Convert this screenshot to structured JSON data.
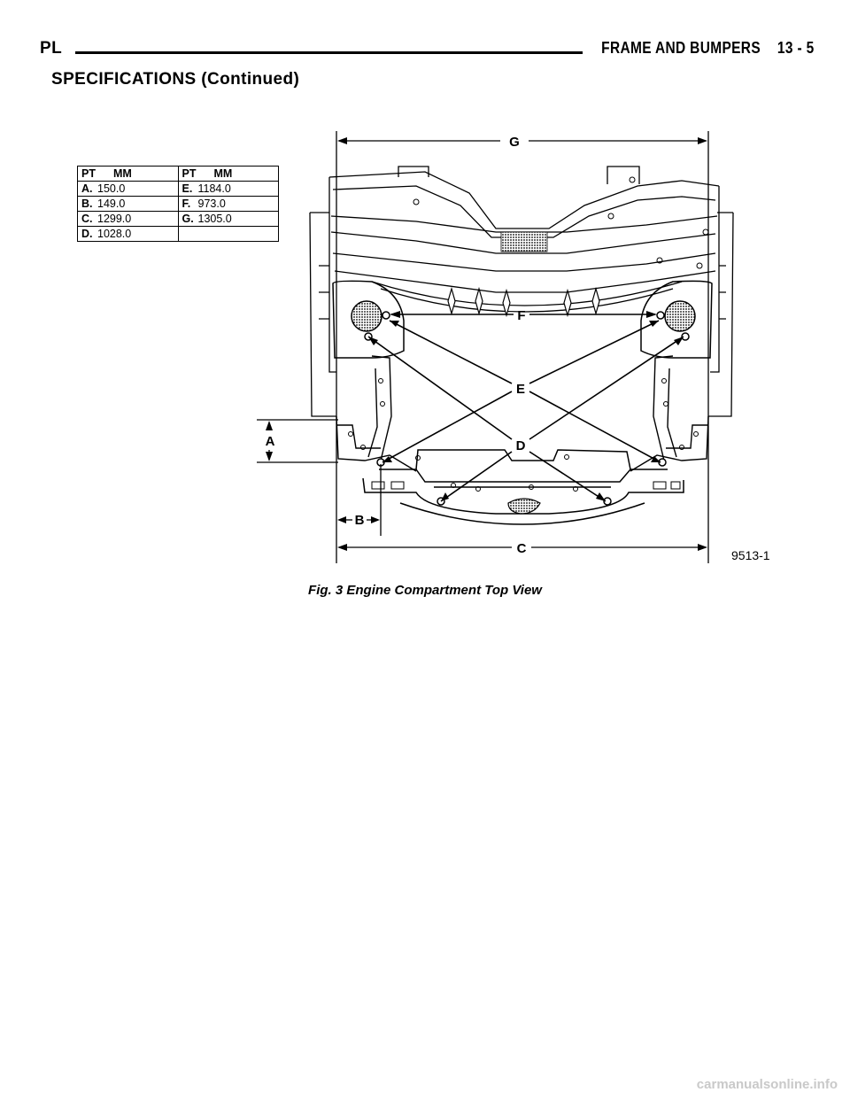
{
  "header": {
    "left": "PL",
    "right_section": "FRAME AND BUMPERS",
    "page_number": "13 - 5"
  },
  "section_title": "SPECIFICATIONS (Continued)",
  "spec_table": {
    "col_pt": "PT",
    "col_mm": "MM",
    "rows": [
      {
        "pt1": "A.",
        "mm1": "150.0",
        "pt2": "E.",
        "mm2": "1184.0"
      },
      {
        "pt1": "B.",
        "mm1": "149.0",
        "pt2": "F.",
        "mm2": "973.0"
      },
      {
        "pt1": "C.",
        "mm1": "1299.0",
        "pt2": "G.",
        "mm2": "1305.0"
      },
      {
        "pt1": "D.",
        "mm1": "1028.0",
        "pt2": "",
        "mm2": ""
      }
    ]
  },
  "figure": {
    "labels": {
      "A": "A",
      "B": "B",
      "C": "C",
      "D": "D",
      "E": "E",
      "F": "F",
      "G": "G"
    },
    "figure_id": "9513-1",
    "caption": "Fig. 3 Engine Compartment Top View"
  },
  "footer": "carmanualsonline.info"
}
